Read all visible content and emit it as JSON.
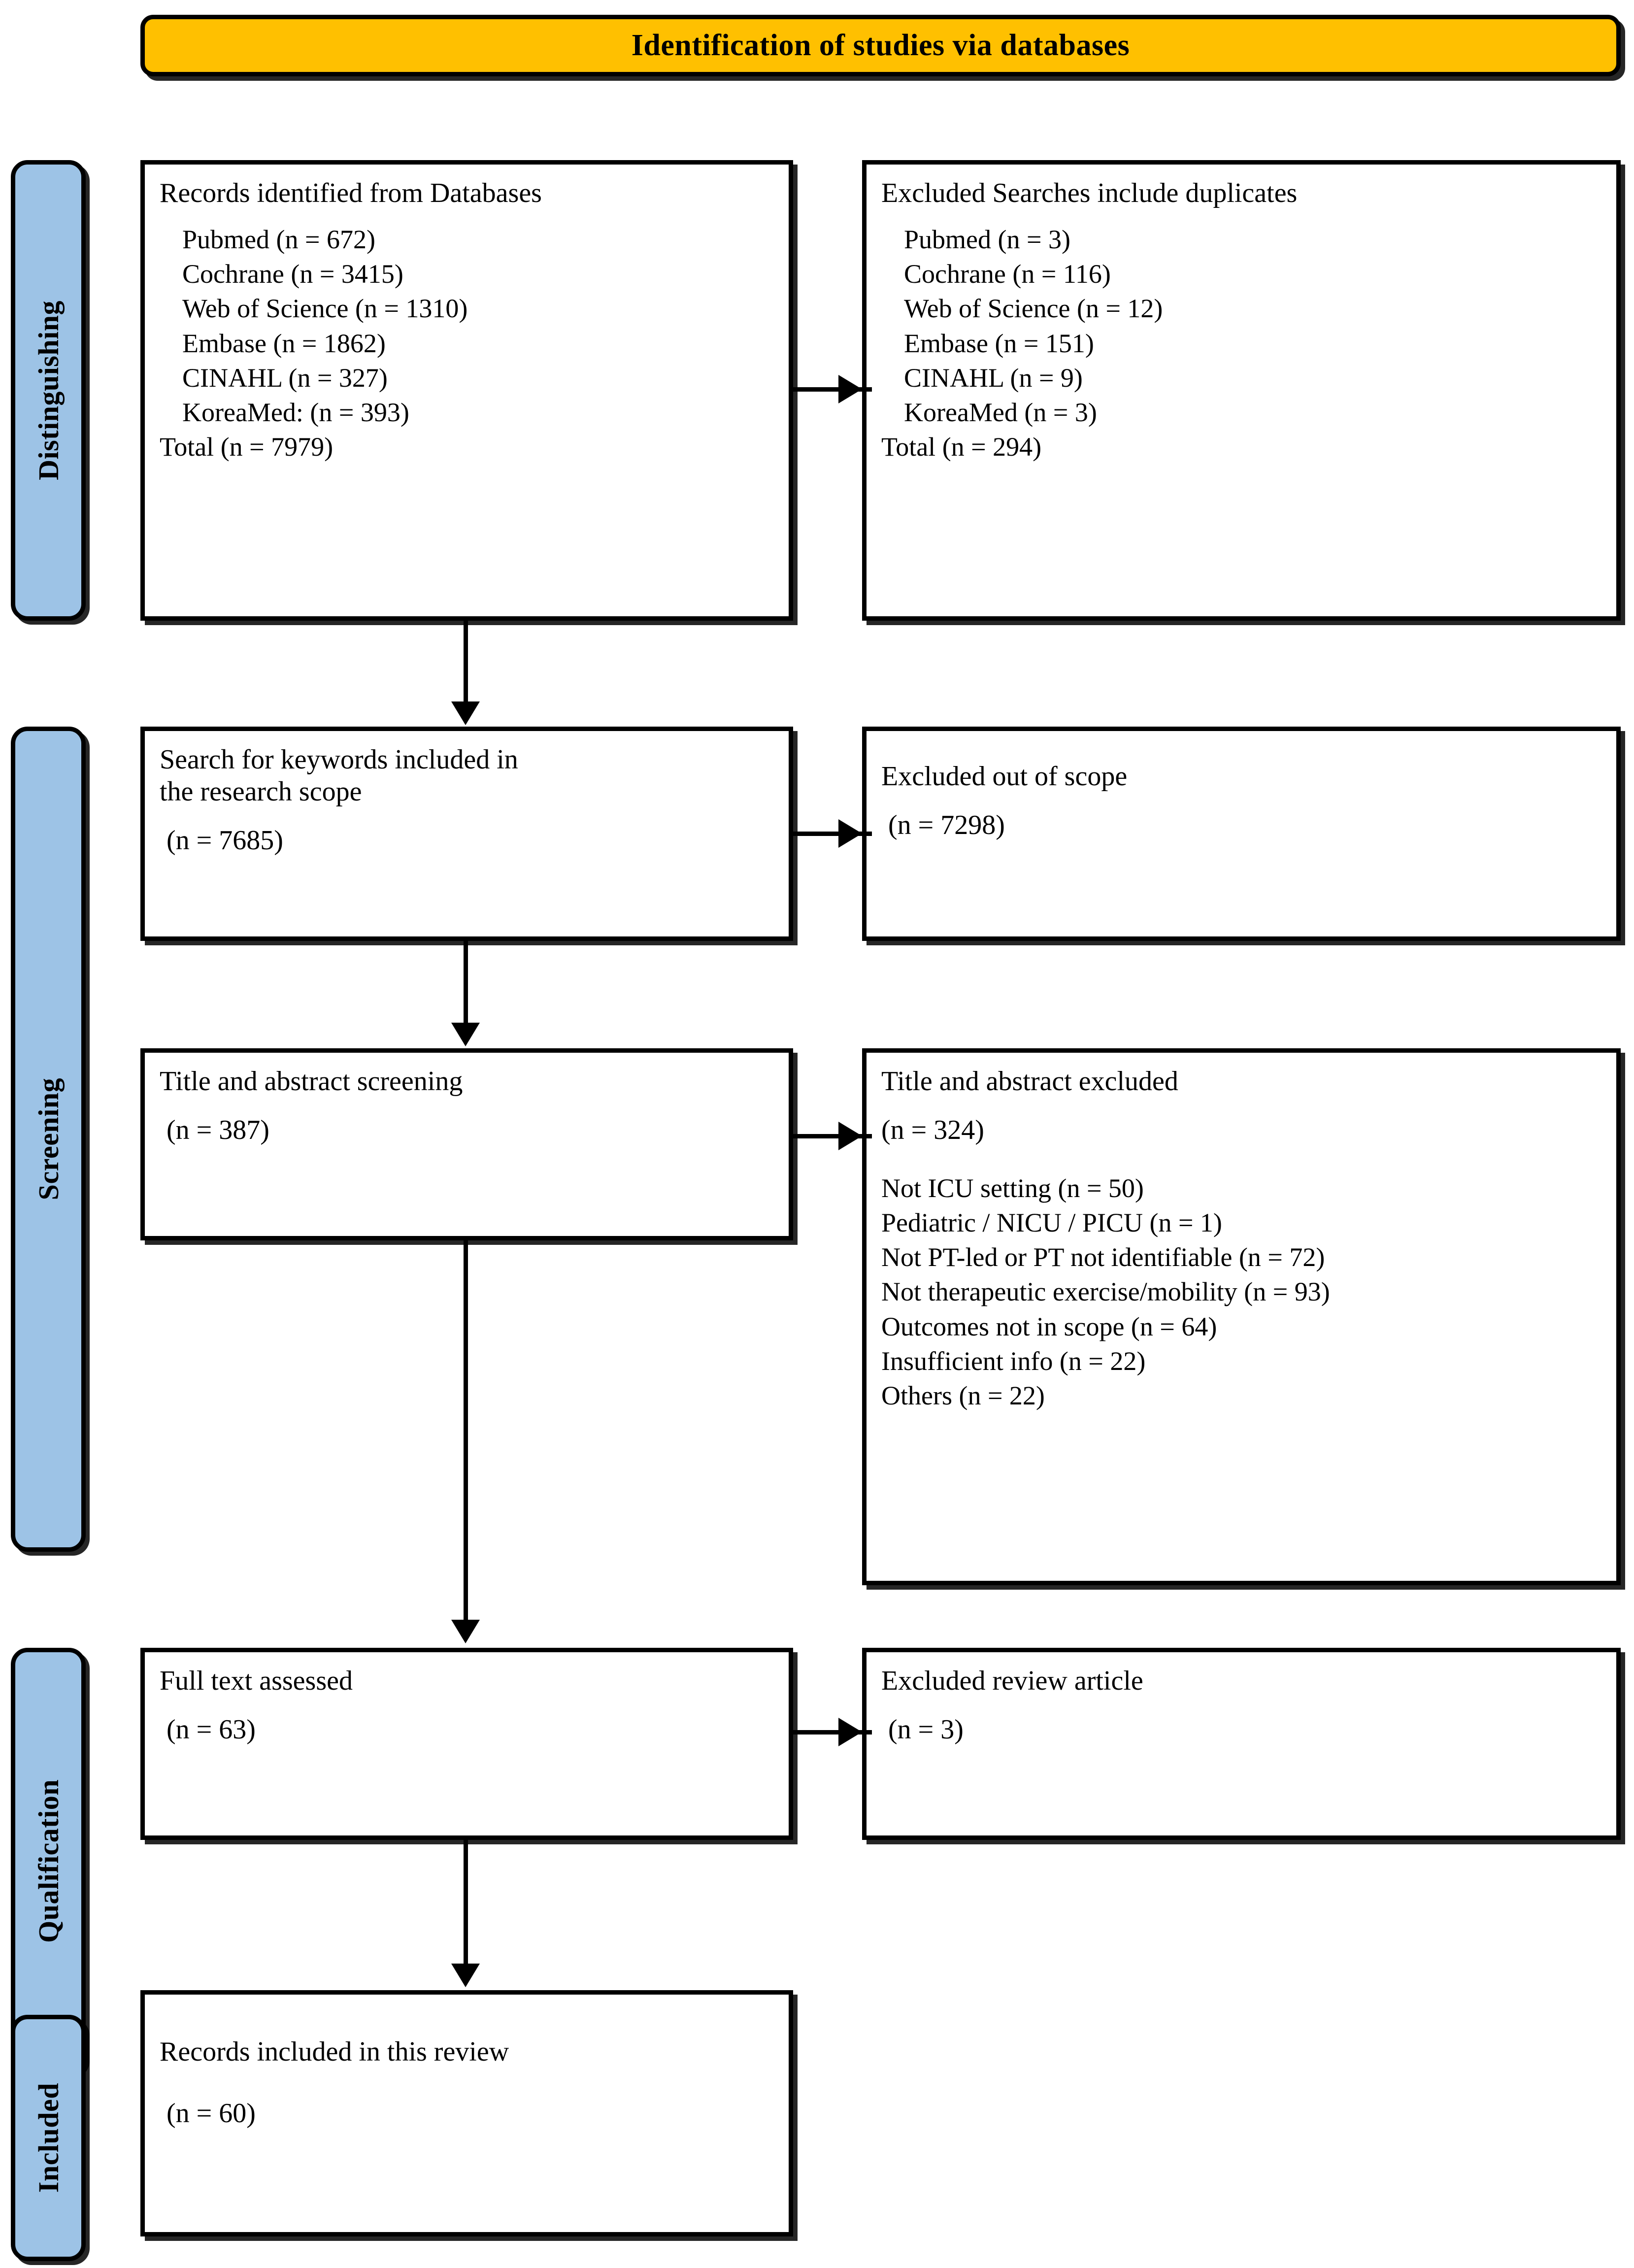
{
  "banner": {
    "title": "Identification of studies via databases",
    "bg_color": "#FFC000"
  },
  "stages": [
    {
      "label": "Distinguishing"
    },
    {
      "label": "Screening"
    },
    {
      "label": "Qualification"
    },
    {
      "label": "Included"
    }
  ],
  "stage_color": "#9DC3E6",
  "boxes": {
    "identified": {
      "title": "Records identified from Databases",
      "items": [
        "Pubmed (n = 672)",
        "Cochrane (n = 3415)",
        "Web of Science (n = 1310)",
        "Embase (n = 1862)",
        "CINAHL (n = 327)",
        "KoreaMed: (n = 393)"
      ],
      "total": "Total (n = 7979)"
    },
    "duplicates_excluded": {
      "title": "Excluded Searches include duplicates",
      "items": [
        "Pubmed (n = 3)",
        "Cochrane (n = 116)",
        "Web of Science (n = 12)",
        "Embase (n = 151)",
        "CINAHL (n = 9)",
        "KoreaMed (n = 3)"
      ],
      "total": "Total (n = 294)"
    },
    "keyword_search": {
      "title": "Search for keywords included in\nthe research scope",
      "count": "(n = 7685)"
    },
    "out_of_scope_excluded": {
      "title": "Excluded out of scope",
      "count": "(n = 7298)"
    },
    "title_abstract_screening": {
      "title": "Title and abstract screening",
      "count": "(n = 387)"
    },
    "title_abstract_excluded": {
      "title": "Title and abstract excluded",
      "count": "(n = 324)",
      "reasons": [
        "Not ICU setting (n = 50)",
        "Pediatric / NICU / PICU (n = 1)",
        "Not PT-led or PT not identifiable (n = 72)",
        "Not therapeutic exercise/mobility (n = 93)",
        "Outcomes not in scope (n = 64)",
        "Insufficient info (n = 22)",
        "Others (n = 22)"
      ]
    },
    "full_text_assessed": {
      "title": "Full text assessed",
      "count": "(n = 63)"
    },
    "review_article_excluded": {
      "title": "Excluded review article",
      "count": "(n = 3)"
    },
    "records_included": {
      "title": "Records included in this review",
      "count": "(n = 60)"
    }
  },
  "chart_data": {
    "type": "diagram",
    "title": "Identification of studies via databases",
    "flow": [
      {
        "stage": "Distinguishing",
        "node": "Records identified from Databases",
        "n": 7979,
        "excluded_node": "Excluded Searches include duplicates",
        "excluded_n": 294
      },
      {
        "stage": "Screening",
        "node": "Search for keywords included in the research scope",
        "n": 7685,
        "excluded_node": "Excluded out of scope",
        "excluded_n": 7298
      },
      {
        "stage": "Screening",
        "node": "Title and abstract screening",
        "n": 387,
        "excluded_node": "Title and abstract excluded",
        "excluded_n": 324
      },
      {
        "stage": "Qualification",
        "node": "Full text assessed",
        "n": 63,
        "excluded_node": "Excluded review article",
        "excluded_n": 3
      },
      {
        "stage": "Included",
        "node": "Records included in this review",
        "n": 60,
        "excluded_node": null,
        "excluded_n": null
      }
    ],
    "database_counts": {
      "Pubmed": 672,
      "Cochrane": 3415,
      "Web of Science": 1310,
      "Embase": 1862,
      "CINAHL": 327,
      "KoreaMed": 393,
      "Total": 7979
    },
    "duplicate_counts": {
      "Pubmed": 3,
      "Cochrane": 116,
      "Web of Science": 12,
      "Embase": 151,
      "CINAHL": 9,
      "KoreaMed": 3,
      "Total": 294
    },
    "title_abstract_exclusion_reasons": {
      "Not ICU setting": 50,
      "Pediatric / NICU / PICU": 1,
      "Not PT-led or PT not identifiable": 72,
      "Not therapeutic exercise/mobility": 93,
      "Outcomes not in scope": 64,
      "Insufficient info": 22,
      "Others": 22
    }
  }
}
